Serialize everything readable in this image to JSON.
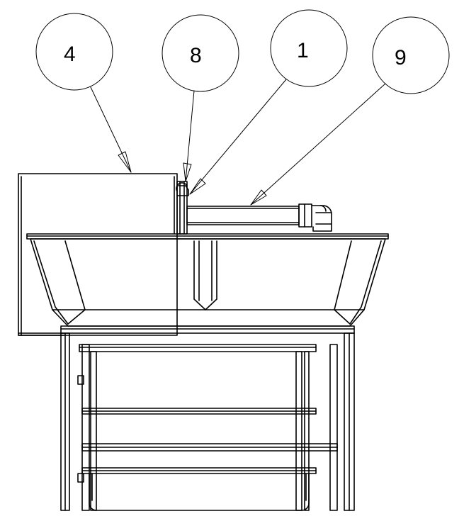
{
  "colors": {
    "line": "#000000",
    "background": "#ffffff"
  },
  "callouts": [
    {
      "id": "4",
      "label": "4"
    },
    {
      "id": "8",
      "label": "8"
    },
    {
      "id": "1",
      "label": "1"
    },
    {
      "id": "9",
      "label": "9"
    }
  ]
}
